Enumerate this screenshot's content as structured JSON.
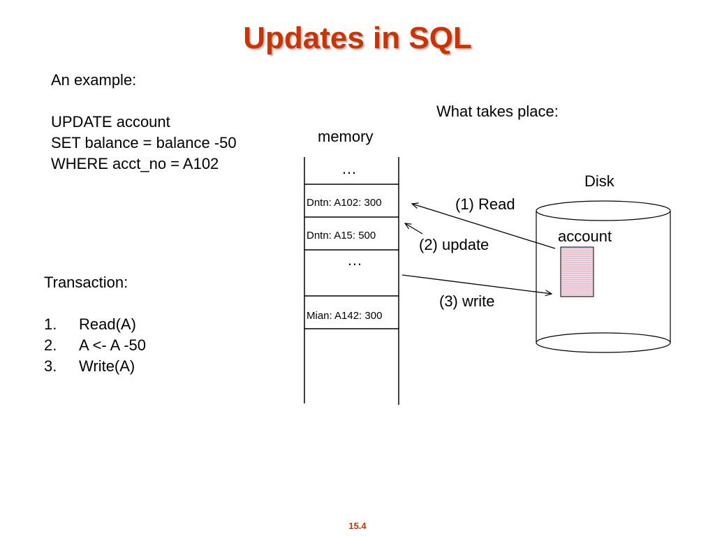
{
  "title": "Updates in SQL",
  "example": {
    "heading": "An example:",
    "lines": [
      "UPDATE account",
      "SET balance = balance -50",
      "WHERE acct_no = A102"
    ]
  },
  "diagram": {
    "caption": "What takes place:",
    "memory_label": "memory",
    "memory_cells": [
      "…",
      "Dntn:  A102: 300",
      "Dntn:  A15: 500",
      "…",
      "Mian:  A142: 300"
    ],
    "disk_label": "Disk",
    "disk_table_label": "account",
    "arrows": [
      "(1) Read",
      "(2) update",
      "(3) write"
    ]
  },
  "transaction": {
    "heading": "Transaction:",
    "steps": [
      {
        "num": "1.",
        "text": "Read(A)"
      },
      {
        "num": "2.",
        "text": "A <- A -50"
      },
      {
        "num": "3.",
        "text": "Write(A)"
      }
    ]
  },
  "page_number": "15.4",
  "colors": {
    "title": "#cc3300",
    "disk_block_fill": "#e6d9ea",
    "disk_block_stripe": "#ff9999"
  }
}
